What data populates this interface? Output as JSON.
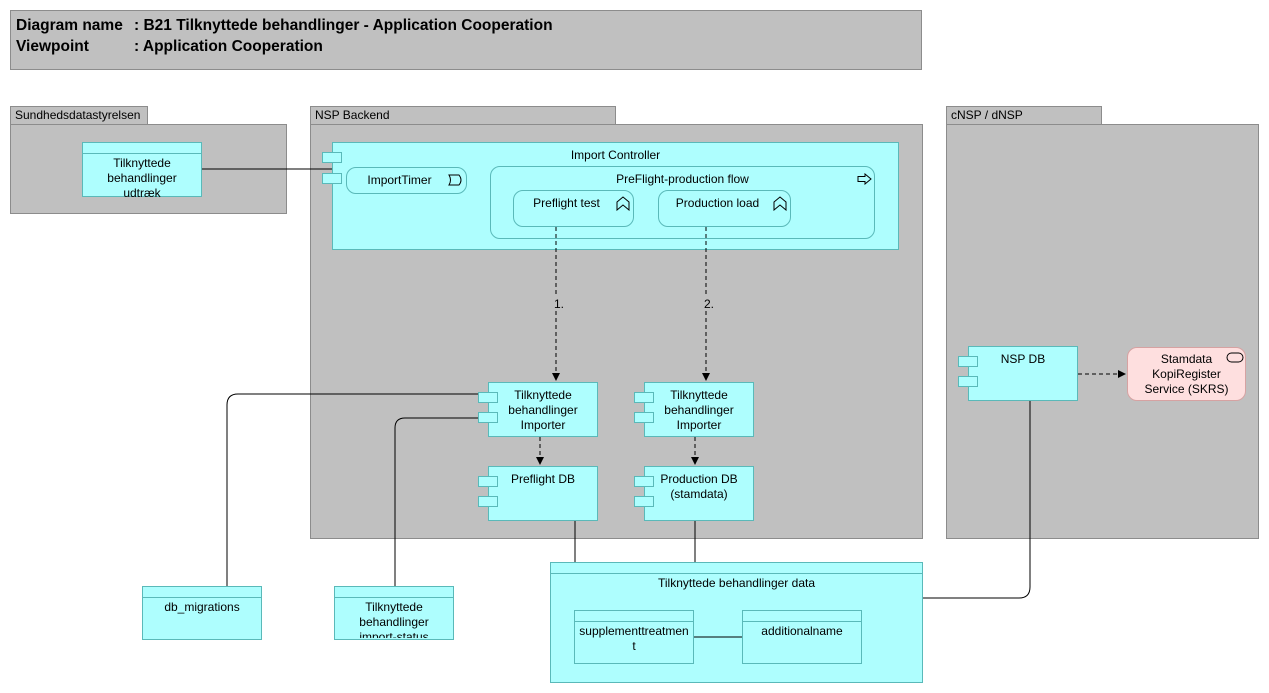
{
  "header": {
    "diagram_key": "Diagram name",
    "diagram_value": ": B21 Tilknyttede behandlinger - Application Cooperation",
    "viewpoint_key": "Viewpoint",
    "viewpoint_value": ": Application Cooperation"
  },
  "groups": {
    "sundhed": "Sundhedsdatastyrelsen",
    "nsp_backend": "NSP Backend",
    "cnsp": "cNSP / dNSP"
  },
  "elements": {
    "udtraek": "Tilknyttede behandlinger udtræk",
    "import_controller": "Import Controller",
    "import_timer": "ImportTimer",
    "preflight_flow": "PreFlight-production flow",
    "preflight_test": "Preflight test",
    "production_load": "Production load",
    "importer_preflight": "Tilknyttede behandlinger Importer",
    "importer_production": "Tilknyttede behandlinger Importer",
    "preflight_db": "Preflight DB",
    "production_db": "Production DB (stamdata)",
    "nsp_db": "NSP DB",
    "skrs": "Stamdata KopiRegister Service (SKRS)",
    "db_migrations": "db_migrations",
    "import_status": "Tilknyttede behandlinger import-status",
    "data_object": "Tilknyttede behandlinger data",
    "supplement": "supplementtreatment",
    "additionalname": "additionalname"
  },
  "relations": {
    "seq_1": "1.",
    "seq_2": "2."
  }
}
